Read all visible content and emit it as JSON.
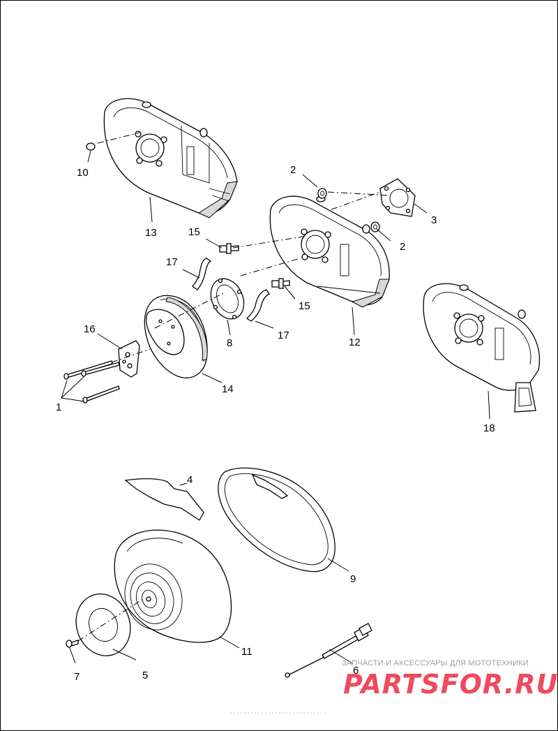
{
  "labels": {
    "l1": "1",
    "l2a": "2",
    "l2b": "2",
    "l3": "3",
    "l4": "4",
    "l5": "5",
    "l6": "6",
    "l7": "7",
    "l8": "8",
    "l9": "9",
    "l10": "10",
    "l11": "11",
    "l12": "12",
    "l13": "13",
    "l14": "14",
    "l15a": "15",
    "l15b": "15",
    "l16": "16",
    "l17a": "17",
    "l17b": "17",
    "l18": "18"
  },
  "watermark": {
    "subtitle": "ЗАПЧАСТИ И АКСЕССУАРЫ ДЛЯ МОТОТЕХНИКИ",
    "logo": "PARTSFOR.RU",
    "logo_color": "#ef4a5d"
  },
  "colors": {
    "line": "#000000",
    "background": "#ffffff"
  }
}
